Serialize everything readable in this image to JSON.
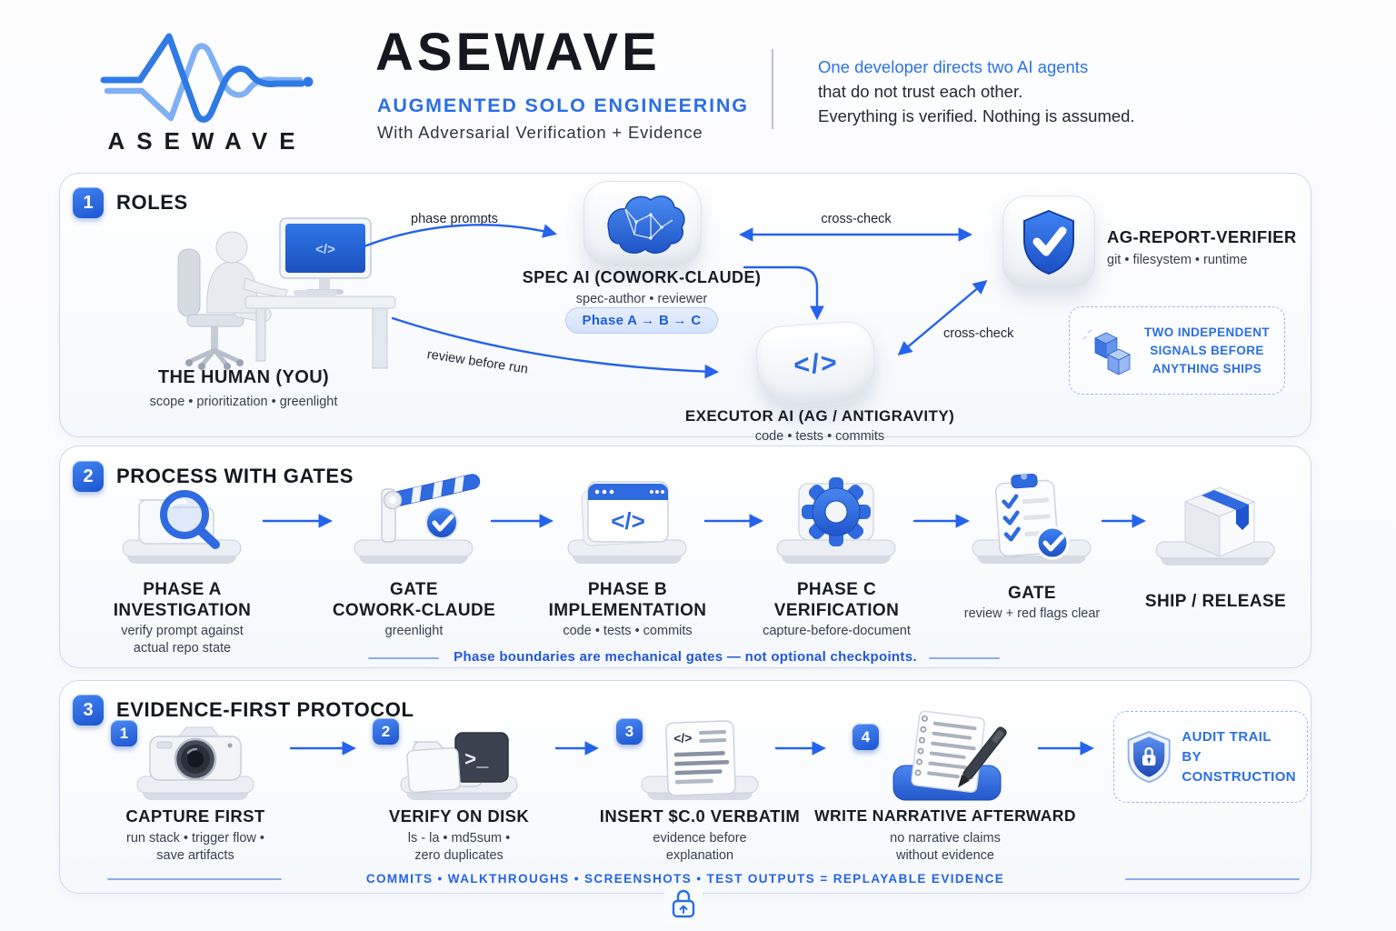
{
  "colors": {
    "accent": "#2563eb",
    "accent_dark": "#1c55cf",
    "text_dark": "#171c26"
  },
  "header": {
    "logo_wordmark": "ASEWAVE",
    "title": "ASEWAVE",
    "subtitle": "AUGMENTED SOLO ENGINEERING",
    "subtitle2": "With Adversarial Verification + Evidence",
    "tagline_line1": "One developer directs two AI agents",
    "tagline_line2": "that do not trust each other.",
    "tagline_line3": "Everything is verified. Nothing is assumed."
  },
  "icons": {
    "code_glyph": "</>",
    "terminal_glyph": ">_"
  },
  "roles": {
    "badge": "1",
    "title": "ROLES",
    "human": {
      "title": "THE HUMAN (YOU)",
      "sub": "scope • prioritization • greenlight"
    },
    "spec_ai": {
      "title": "SPEC AI (COWORK-CLAUDE)",
      "sub": "spec-author • reviewer",
      "pill": "Phase A → B → C"
    },
    "executor": {
      "title": "EXECUTOR AI (AG / ANTIGRAVITY)",
      "sub": "code • tests • commits"
    },
    "verifier": {
      "title": "AG-REPORT-VERIFIER",
      "sub": "git • filesystem • runtime"
    },
    "signals_box": {
      "line1": "TWO INDEPENDENT",
      "line2": "SIGNALS BEFORE",
      "line3": "ANYTHING SHIPS"
    },
    "arrows": {
      "phase_prompts": "phase prompts",
      "cross_check_top": "cross-check",
      "cross_check_right": "cross-check",
      "review_before_run": "review before run"
    }
  },
  "process": {
    "badge": "2",
    "title": "PROCESS WITH GATES",
    "steps": [
      {
        "line1": "PHASE A",
        "line2": "INVESTIGATION",
        "sub1": "verify prompt against",
        "sub2": "actual repo state"
      },
      {
        "line1": "GATE",
        "line2": "COWORK-CLAUDE",
        "sub1": "greenlight",
        "sub2": ""
      },
      {
        "line1": "PHASE B",
        "line2": "IMPLEMENTATION",
        "sub1": "code • tests • commits",
        "sub2": ""
      },
      {
        "line1": "PHASE C",
        "line2": "VERIFICATION",
        "sub1": "capture-before-document",
        "sub2": ""
      },
      {
        "line1": "GATE",
        "line2": "",
        "sub1": "review + red flags clear",
        "sub2": ""
      },
      {
        "line1": "SHIP / RELEASE",
        "line2": "",
        "sub1": "",
        "sub2": ""
      }
    ],
    "footnote": "Phase boundaries are mechanical gates — not optional checkpoints."
  },
  "protocol": {
    "badge": "3",
    "title": "EVIDENCE-FIRST PROTOCOL",
    "steps": [
      {
        "num": "1",
        "title": "CAPTURE FIRST",
        "sub1": "run stack • trigger flow •",
        "sub2": "save artifacts"
      },
      {
        "num": "2",
        "title": "VERIFY ON DISK",
        "sub1": "ls - la • md5sum •",
        "sub2": "zero duplicates"
      },
      {
        "num": "3",
        "title": "INSERT $C.0 VERBATIM",
        "sub1": "evidence before",
        "sub2": "explanation"
      },
      {
        "num": "4",
        "title": "WRITE NARRATIVE AFTERWARD",
        "sub1": "no narrative claims",
        "sub2": "without evidence"
      }
    ],
    "audit_box": {
      "line1": "AUDIT TRAIL",
      "line2": "BY CONSTRUCTION"
    },
    "footer": "COMMITS • WALKTHROUGHS • SCREENSHOTS • TEST OUTPUTS = REPLAYABLE EVIDENCE"
  }
}
